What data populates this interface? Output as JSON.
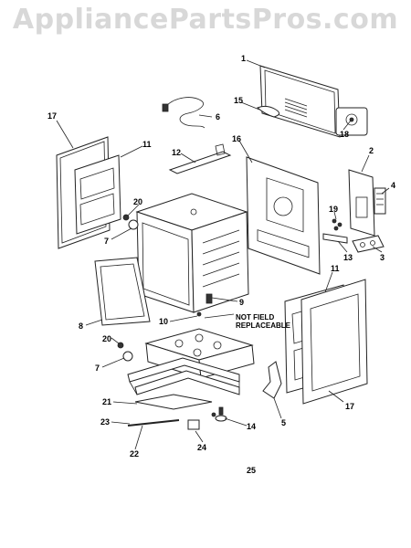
{
  "watermark": "AppliancePartsPros.com",
  "note": [
    "NOT FIELD",
    "REPLACEABLE"
  ],
  "labels": {
    "l1": "1",
    "l2": "2",
    "l3": "3",
    "l4": "4",
    "l5": "5",
    "l6": "6",
    "l7a": "7",
    "l7b": "7",
    "l8": "8",
    "l9": "9",
    "l10": "10",
    "l11a": "11",
    "l11b": "11",
    "l12": "12",
    "l13": "13",
    "l14": "14",
    "l15": "15",
    "l16": "16",
    "l17a": "17",
    "l17b": "17",
    "l18": "18",
    "l19": "19",
    "l20a": "20",
    "l20b": "20",
    "l21": "21",
    "l22": "22",
    "l23": "23",
    "l24": "24",
    "l25": "25"
  }
}
